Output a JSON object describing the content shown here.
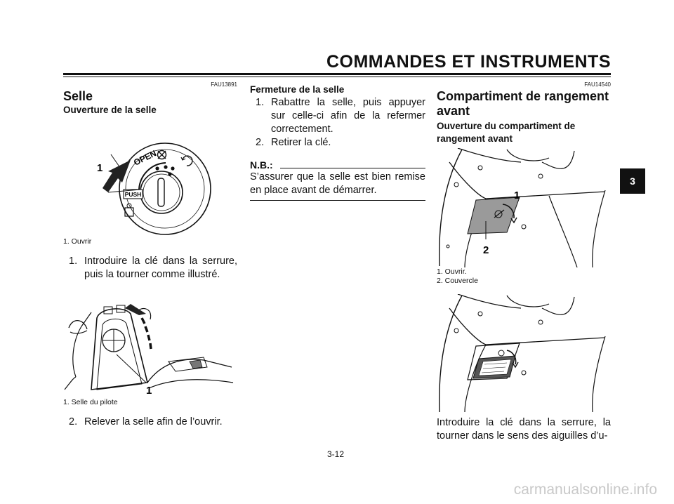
{
  "header": {
    "title": "COMMANDES ET INSTRUMENTS"
  },
  "chapter_tab": "3",
  "col1": {
    "code": "FAU13891",
    "section_title": "Selle",
    "subsection_title": "Ouverture de la selle",
    "fig1_label": "1",
    "fig1_text": {
      "open": "OPEN",
      "push": "PUSH"
    },
    "fig1_caption": "1. Ouvrir",
    "step1_num": "1.",
    "step1_text": "Introduire la clé dans la serrure, puis la tourner comme illustré.",
    "fig2_label": "1",
    "fig2_caption": "1. Selle du pilote",
    "step2_num": "2.",
    "step2_text": "Relever la selle afin de l’ouvrir."
  },
  "col2": {
    "subsection_title": "Fermeture de la selle",
    "step1_num": "1.",
    "step1_text": "Rabattre la selle, puis appuyer sur celle-ci afin de la refermer correctement.",
    "step2_num": "2.",
    "step2_text": "Retirer la clé.",
    "nb_label": "N.B.:",
    "nb_text": "S’assurer que la selle est bien remise en place avant de démarrer."
  },
  "col3": {
    "code": "FAU14540",
    "section_title": "Compartiment de rangement avant",
    "subsection_title": "Ouverture du compartiment de rangement avant",
    "fig_label1": "1",
    "fig_label2": "2",
    "caption_line1": "1. Ouvrir.",
    "caption_line2": "2. Couvercle",
    "body_text": "Introduire la clé dans la serrure, la tourner dans le sens des aiguilles d’u-"
  },
  "page_number": "3-12",
  "watermark": "carmanualsonline.info"
}
